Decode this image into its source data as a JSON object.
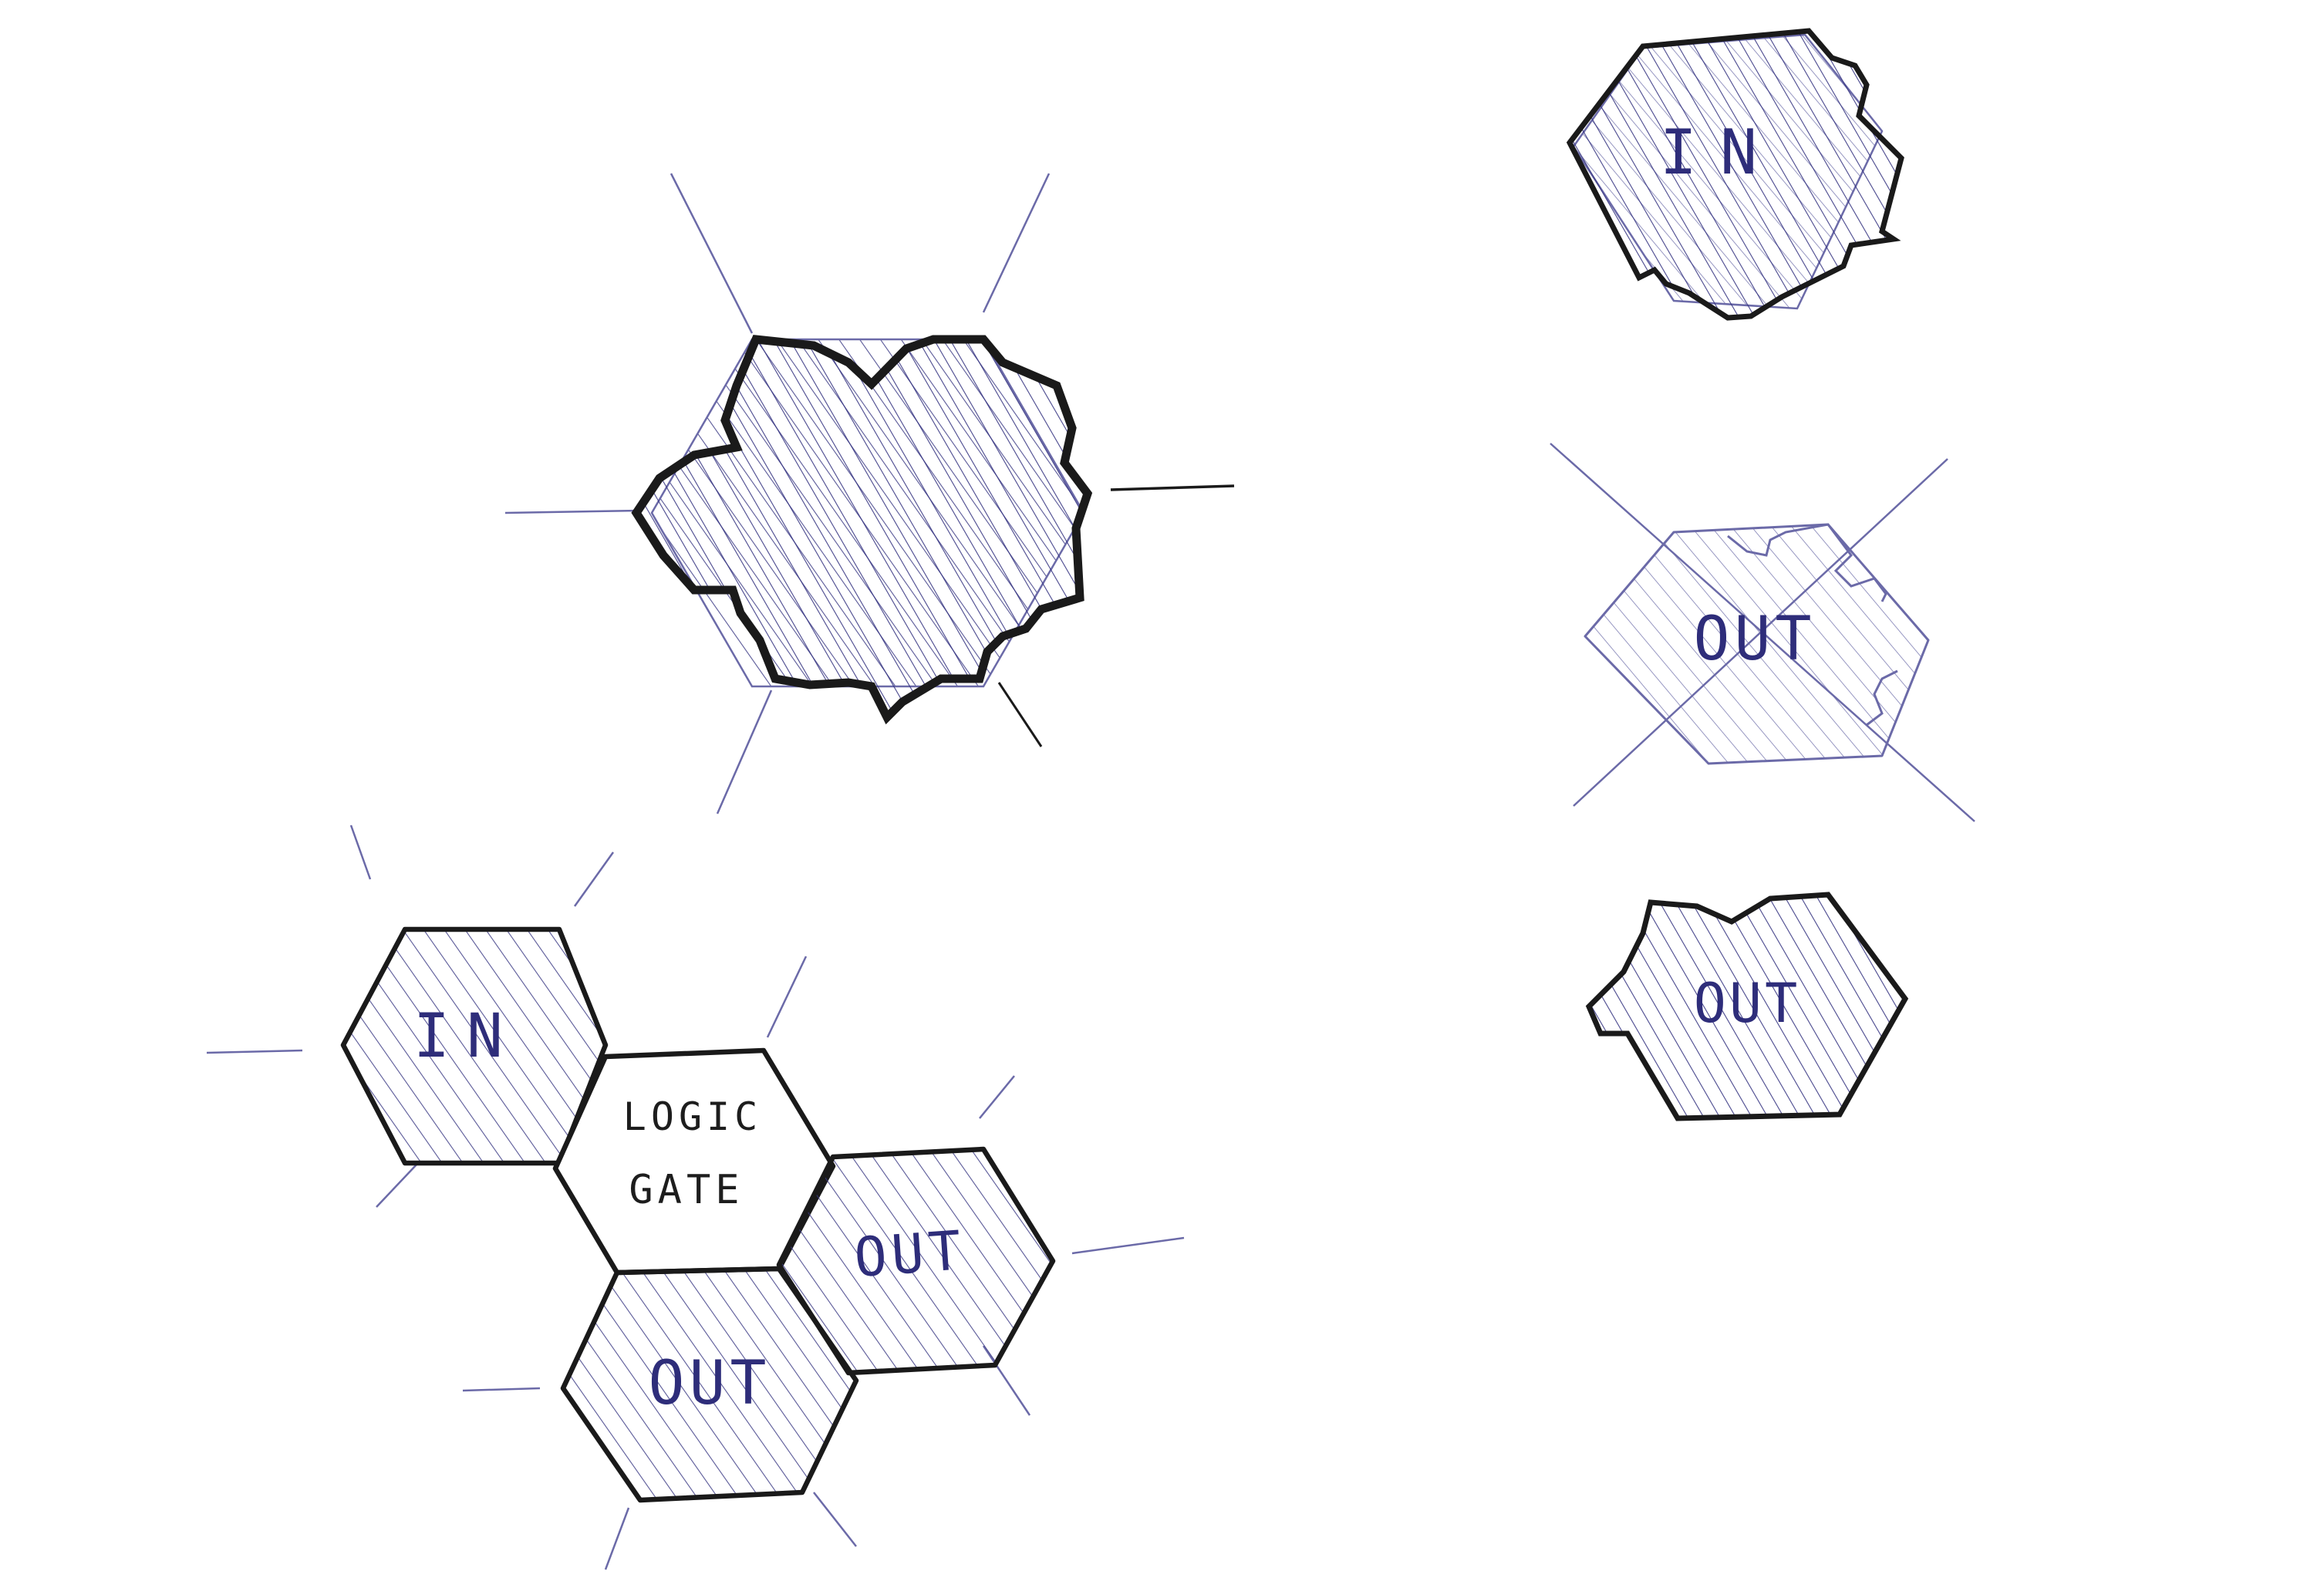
{
  "colors": {
    "paper": "#ffffff",
    "ink_black": "#1a1a1a",
    "ink_blue": "#2e2d7a",
    "guide_line": "#6b6aa8"
  },
  "labels": {
    "cluster_in": "IN",
    "logic_line1": "LOGIC",
    "logic_line2": "GATE",
    "cluster_out_right": "OUT",
    "cluster_out_bottom": "OUT",
    "right_in": "IN",
    "right_out_middle": "OUT",
    "right_out_bottom": "OUT"
  }
}
